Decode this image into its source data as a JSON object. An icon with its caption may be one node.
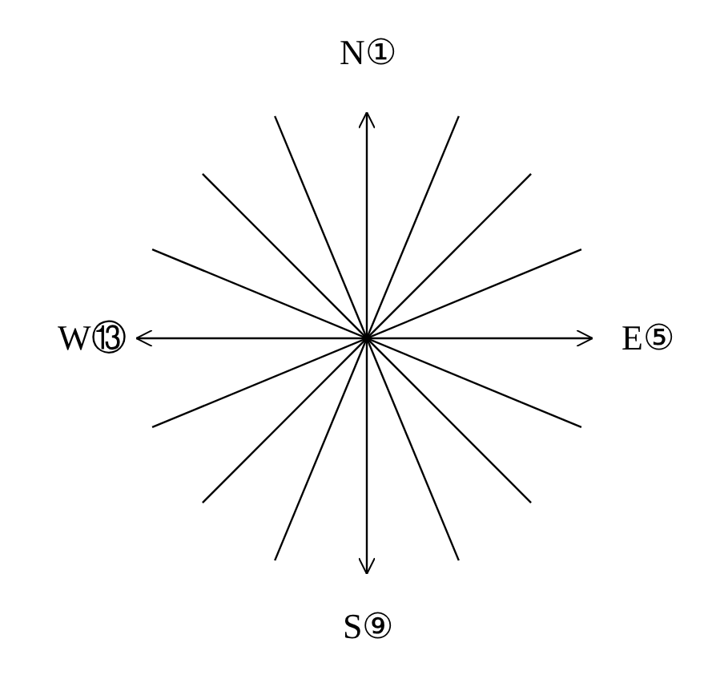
{
  "diagram": {
    "labels": [
      "N①",
      "W⑬",
      "E⑤",
      "S⑨"
    ]
  }
}
